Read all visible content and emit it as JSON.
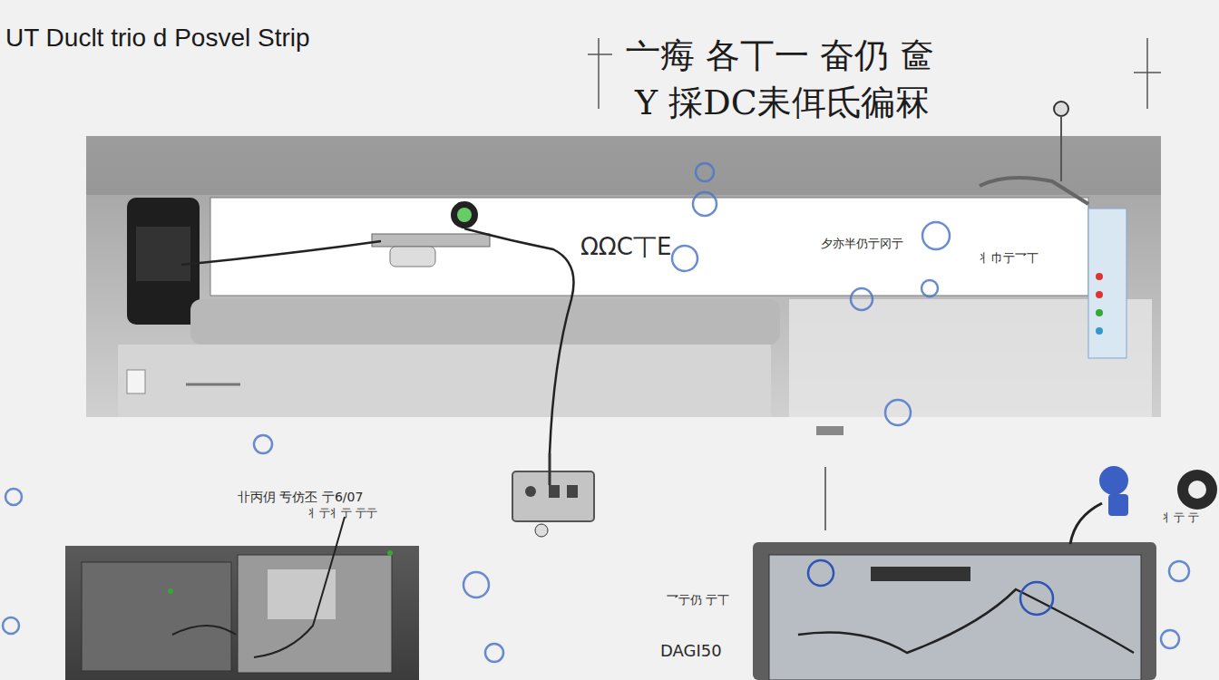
{
  "diagram": {
    "title": "UT Duclt trio d Posvel Strip",
    "labels": [
      "亠痗 各丅一 奋仍 奩",
      "Y 採DC耒佴氐徧冧",
      "ΩΩC丅E",
      "夕亦半仍亍冈亍",
      "丬巾亍乛丅",
      "卝丙仴 亐仿丕 亍6/07",
      "丬亍丬亍 亍亍",
      "乛亍仍 亍丅",
      "DAGI50",
      "丬亍 亍"
    ]
  }
}
